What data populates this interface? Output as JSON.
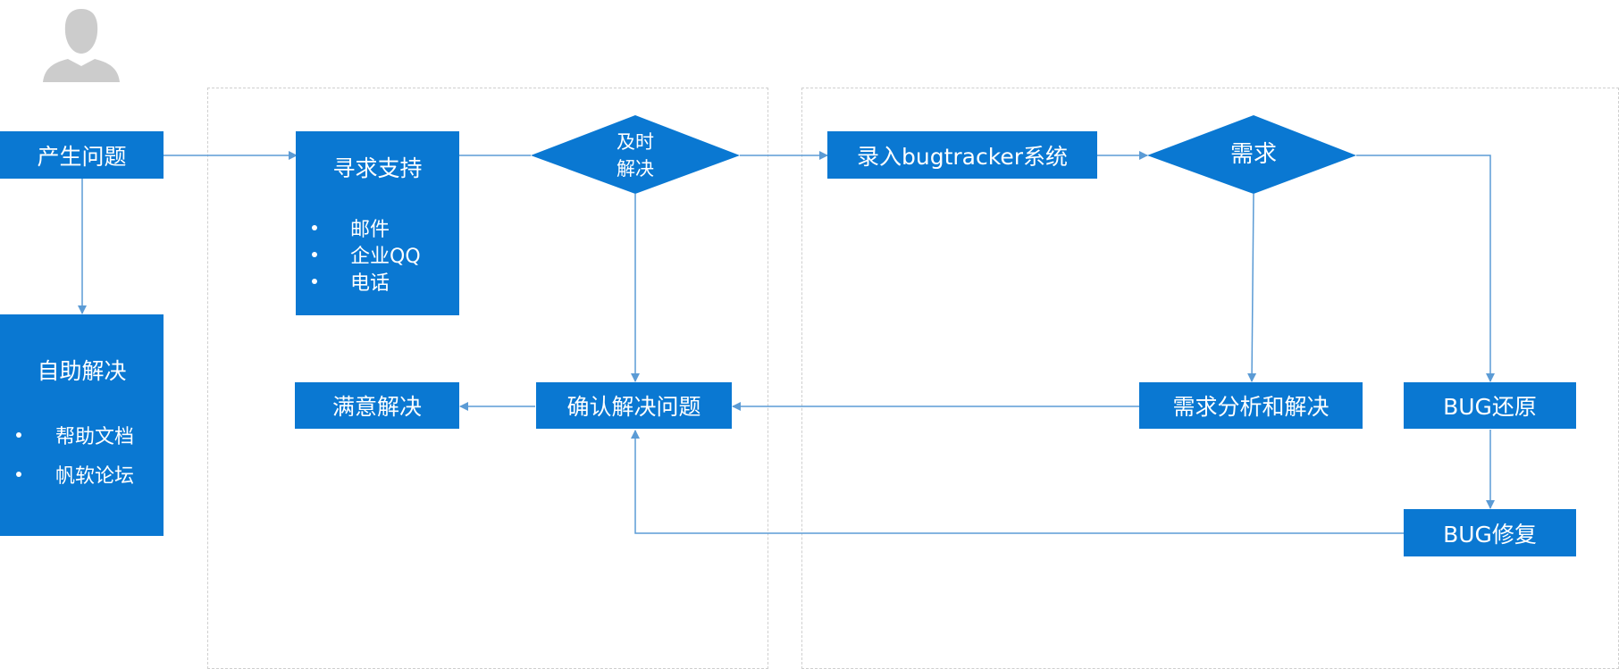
{
  "colors": {
    "box": "#0a78d2",
    "line": "#5b9bd5",
    "region_border": "#cfcfcf",
    "avatar": "#cccccc"
  },
  "icons": {
    "user": "user-avatar-icon"
  },
  "nodes": {
    "problem": "产生问题",
    "self_help": {
      "title": "自助解决",
      "items": [
        "帮助文档",
        "帆软论坛"
      ]
    },
    "support": {
      "title": "寻求支持",
      "items": [
        "邮件",
        "企业QQ",
        "电话"
      ]
    },
    "timely": {
      "line1": "及时",
      "line2": "解决"
    },
    "bugtracker": "录入bugtracker系统",
    "demand": "需求",
    "satisfied": "满意解决",
    "confirm": "确认解决问题",
    "demand_analysis": "需求分析和解决",
    "bug_restore": "BUG还原",
    "bug_fix": "BUG修复"
  }
}
